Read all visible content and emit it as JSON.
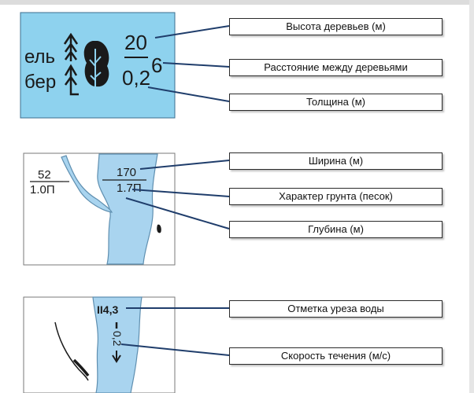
{
  "panel1": {
    "symbol_spruce": "ель",
    "symbol_birch": "бер",
    "height_value": "20",
    "thickness_value": "0,2",
    "spacing_value": "6",
    "labels": [
      "Высота деревьев (м)",
      "Расстояние между деревьями",
      "Толщина  (м)"
    ]
  },
  "panel2": {
    "stream_width": "52",
    "stream_depth": "1.0П",
    "river_width": "170",
    "river_depth": "1.7П",
    "labels": [
      "Ширина (м)",
      "Характер грунта (песок)",
      "Глубина (м)"
    ]
  },
  "panel3": {
    "water_level": "II4,3",
    "flow_speed": "0,2",
    "labels": [
      "Отметка уреза воды",
      "Скорость течения (м/с)"
    ]
  },
  "colors": {
    "water": "#a9d4ef",
    "forest": "#8ed2ee",
    "line": "#1f3d6b",
    "box_border": "#2b2b2b"
  }
}
